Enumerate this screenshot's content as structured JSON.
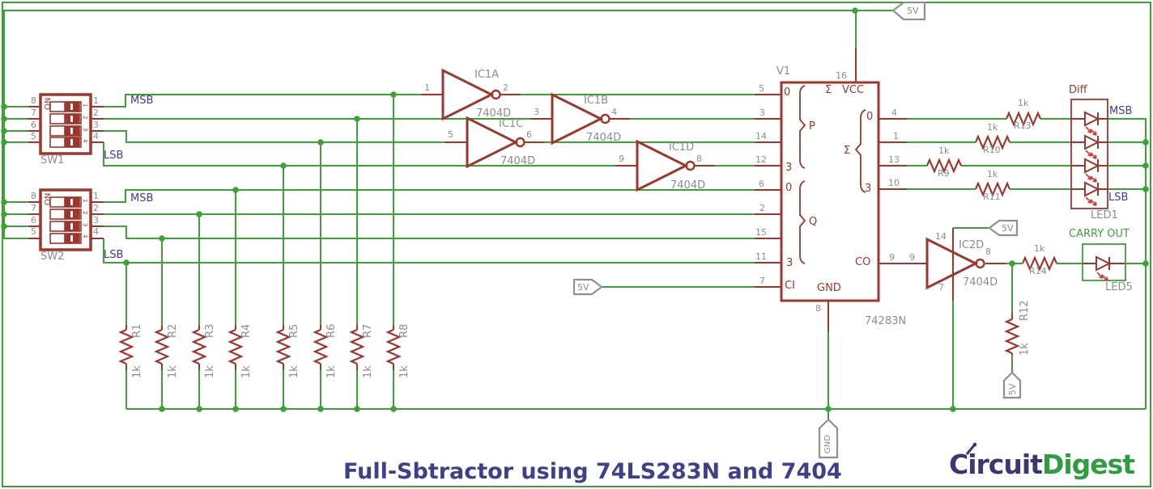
{
  "title": "Full-Sbtractor using 74LS283N and 7404",
  "logo": {
    "circuit": "Circuit",
    "digest": "Digest"
  },
  "colors": {
    "wire": "#3BA335",
    "component": "#9F352C",
    "label_gray": "#8C8C8C",
    "net_label_navy": "#3C3C91",
    "logo_navy": "#39396F",
    "logo_green": "#2E9D3F"
  },
  "sw1": {
    "ref": "SW1",
    "on": "ON",
    "pins_left": [
      "8",
      "7",
      "6",
      "5"
    ],
    "pins_right": [
      "1",
      "2",
      "3",
      "4"
    ],
    "pos": [
      "1",
      "2",
      "3",
      "4"
    ],
    "msb": "MSB",
    "lsb": "LSB"
  },
  "sw2": {
    "ref": "SW2",
    "on": "ON",
    "pins_left": [
      "8",
      "7",
      "6",
      "5"
    ],
    "pins_right": [
      "1",
      "2",
      "3",
      "4"
    ],
    "pos": [
      "1",
      "2",
      "3",
      "4"
    ],
    "msb": "MSB",
    "lsb": "LSB"
  },
  "gates": {
    "ic1a": {
      "ref": "IC1A",
      "part": "7404D",
      "pin_in": "1",
      "pin_out": "2"
    },
    "ic1b": {
      "ref": "IC1B",
      "part": "7404D",
      "pin_in": "3",
      "pin_out": "4"
    },
    "ic1c": {
      "ref": "IC1C",
      "part": "7404D",
      "pin_in": "5",
      "pin_out": "6"
    },
    "ic1d": {
      "ref": "IC1D",
      "part": "7404D",
      "pin_in": "9",
      "pin_out": "8"
    },
    "ic2d": {
      "ref": "IC2D",
      "part": "7404D",
      "pin_in": "9",
      "pin_out": "8",
      "pin_vcc": "14",
      "pin_gnd": "7"
    }
  },
  "adder": {
    "ref": "V1",
    "part": "74283N",
    "pin_vcc": "16",
    "pin_gnd": "8",
    "sigma": "Σ",
    "vcc": "VCC",
    "gnd": "GND",
    "ci": "CI",
    "co": "CO",
    "p": "P",
    "q": "Q",
    "zero": "0",
    "three": "3",
    "left_pins": [
      "5",
      "3",
      "14",
      "12",
      "6",
      "2",
      "15",
      "11",
      "7"
    ],
    "right_pins": [
      "4",
      "1",
      "13",
      "10"
    ],
    "co_pin": "9"
  },
  "resistors": {
    "r1": {
      "ref": "R1",
      "val": "1k"
    },
    "r2": {
      "ref": "R2",
      "val": "1k"
    },
    "r3": {
      "ref": "R3",
      "val": "1k"
    },
    "r4": {
      "ref": "R4",
      "val": "1k"
    },
    "r5": {
      "ref": "R5",
      "val": "1k"
    },
    "r6": {
      "ref": "R6",
      "val": "1k"
    },
    "r7": {
      "ref": "R7",
      "val": "1k"
    },
    "r8": {
      "ref": "R8",
      "val": "1k"
    },
    "r9": {
      "ref": "R9",
      "val": "1k"
    },
    "r10": {
      "ref": "R10",
      "val": "1k"
    },
    "r11": {
      "ref": "R11",
      "val": "1k"
    },
    "r12": {
      "ref": "R12",
      "val": "1k"
    },
    "r13": {
      "ref": "R13",
      "val": "1k"
    },
    "r14": {
      "ref": "R14",
      "val": "1k"
    }
  },
  "led1": {
    "ref": "LED1",
    "title": "Diff",
    "msb": "MSB",
    "lsb": "LSB"
  },
  "led5": {
    "ref": "LED5",
    "title": "CARRY OUT"
  },
  "supply": {
    "v5": "5V",
    "gnd": "GND"
  }
}
